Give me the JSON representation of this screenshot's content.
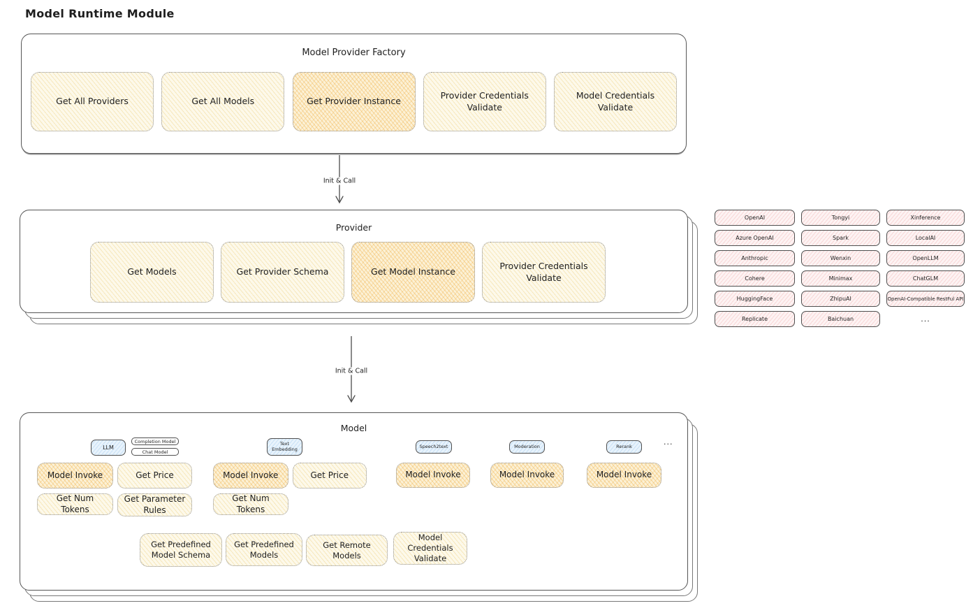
{
  "diagram_title": "Model Runtime Module",
  "colors": {
    "yellow_fill": "#fdf9ea",
    "yellow_hatch": "#ebcd78",
    "orange_fill": "#fcf1d6",
    "orange_hatch": "#f0b24c",
    "pink_fill": "#fdf3f3",
    "pink_hatch": "#f0aaaa",
    "blue_fill": "#e8f3fc",
    "blue_hatch": "#96c3eb",
    "stroke": "#555555"
  },
  "factory": {
    "title": "Model Provider Factory",
    "items": [
      "Get All Providers",
      "Get All Models",
      "Get Provider Instance",
      "Provider Credentials Validate",
      "Model Credentials Validate"
    ]
  },
  "arrows": {
    "init_call_1": "Init & Call",
    "init_call_2": "Init & Call"
  },
  "provider": {
    "title": "Provider",
    "items": [
      "Get Models",
      "Get Provider Schema",
      "Get Model Instance",
      "Provider Credentials Validate"
    ]
  },
  "vendors": {
    "col1": [
      "OpenAI",
      "Azure OpenAI",
      "Anthropic",
      "Cohere",
      "HuggingFace",
      "Replicate"
    ],
    "col2": [
      "Tongyi",
      "Spark",
      "Wenxin",
      "Minimax",
      "ZhipuAI",
      "Baichuan"
    ],
    "col3": [
      "Xinference",
      "LocalAI",
      "OpenLLM",
      "ChatGLM",
      "OpenAI-Compatible RestFul API"
    ],
    "more": "..."
  },
  "model": {
    "title": "Model",
    "more": "...",
    "groups": [
      {
        "tab": "LLM",
        "subtabs": [
          "Completion Model",
          "Chat Model"
        ],
        "ops_row1": [
          "Model Invoke",
          "Get Price"
        ],
        "ops_row2": [
          "Get Num Tokens",
          "Get Parameter Rules"
        ]
      },
      {
        "tab": "Text Embedding",
        "ops_row1": [
          "Model Invoke",
          "Get Price"
        ],
        "ops_row2": [
          "Get Num Tokens"
        ]
      },
      {
        "tab": "Speech2text",
        "ops_row1": [
          "Model Invoke"
        ]
      },
      {
        "tab": "Moderation",
        "ops_row1": [
          "Model Invoke"
        ]
      },
      {
        "tab": "Rerank",
        "ops_row1": [
          "Model Invoke"
        ]
      }
    ],
    "bottom_items": [
      "Get Predefined Model Schema",
      "Get Predefined Models",
      "Get Remote Models",
      "Model Credentials Validate"
    ]
  }
}
